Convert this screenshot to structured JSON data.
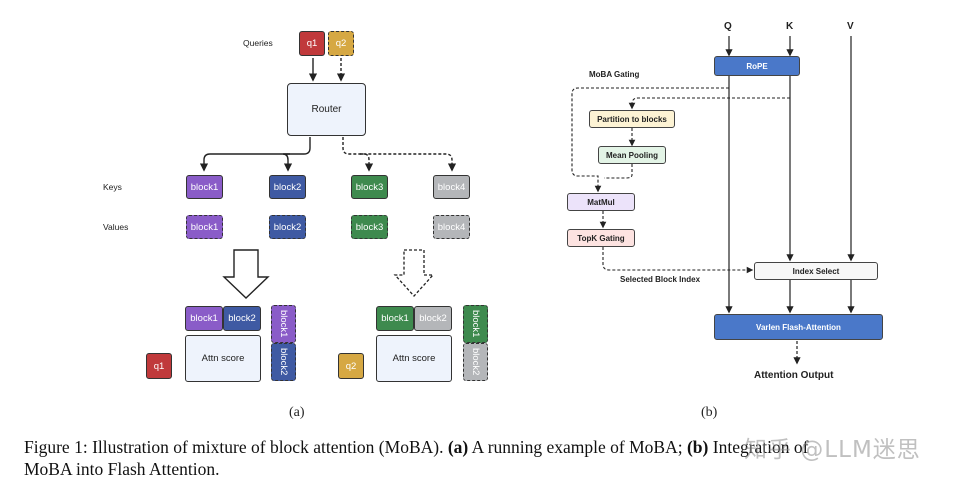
{
  "panel_a": {
    "queries_label": "Queries",
    "q1": "q1",
    "q2": "q2",
    "router": "Router",
    "keys_label": "Keys",
    "values_label": "Values",
    "blocks": [
      "block1",
      "block2",
      "block3",
      "block4"
    ],
    "attn_score": "Attn score",
    "subcaption": "(a)"
  },
  "panel_b": {
    "q": "Q",
    "k": "K",
    "v": "V",
    "rope": "RoPE",
    "moba_gating": "MoBA Gating",
    "partition": "Partition to blocks",
    "mean_pooling": "Mean Pooling",
    "matmul": "MatMul",
    "topk": "TopK Gating",
    "selected_block_index": "Selected Block Index",
    "index_select": "Index Select",
    "varlen": "Varlen Flash-Attention",
    "attention_output": "Attention Output",
    "subcaption": "(b)"
  },
  "caption": {
    "prefix": "Figure 1:",
    "line1_a": " Illustration of mixture of block attention (MoBA). ",
    "tag_a": "(a)",
    "line1_b": " A running example of MoBA; ",
    "tag_b": "(b)",
    "line1_c": " Integration of",
    "line2": "MoBA into Flash Attention."
  },
  "watermark": "知乎 @LLM迷思",
  "colors": {
    "block1": "#8a5cc8",
    "block2": "#3f5aa3",
    "block3": "#3e8a4e",
    "block4": "#b4b6b9",
    "q1": "#c0393b",
    "q2": "#d6a843",
    "router_fill": "#eef3fc",
    "rope": "#4a78c9",
    "partition": "#fdf3d4",
    "mean_pooling": "#e3f4e6",
    "matmul": "#ece3fa",
    "topk": "#fde3e1",
    "gating_panel": "#f1f1f1"
  }
}
